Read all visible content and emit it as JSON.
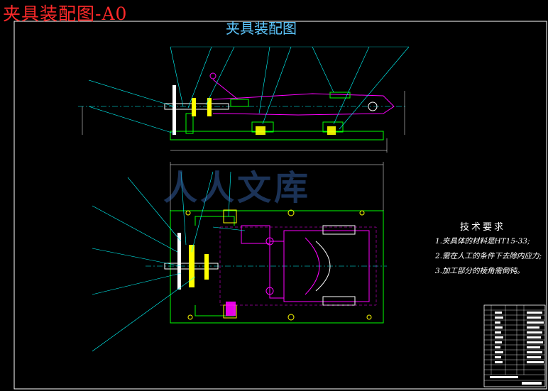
{
  "sheet": {
    "corner_title": "夹具装配图-A0",
    "drawing_title": "夹具装配图"
  },
  "technical_requirements": {
    "heading": "技术要求",
    "items": [
      "1.夹具体的材料是HT15-33;",
      "2.需在人工的条件下去除内应力;",
      "3.加工部分的棱角需倒钝。"
    ]
  },
  "watermark": {
    "text": "人人文库"
  },
  "colors": {
    "background": "#000000",
    "frame": "#ffffff",
    "body_outline": "#00ff00",
    "mechanism": "#ff00ff",
    "leader_lines": "#00ffff",
    "hatch": "#ffff00",
    "corner_title": "#ff2a2a"
  }
}
